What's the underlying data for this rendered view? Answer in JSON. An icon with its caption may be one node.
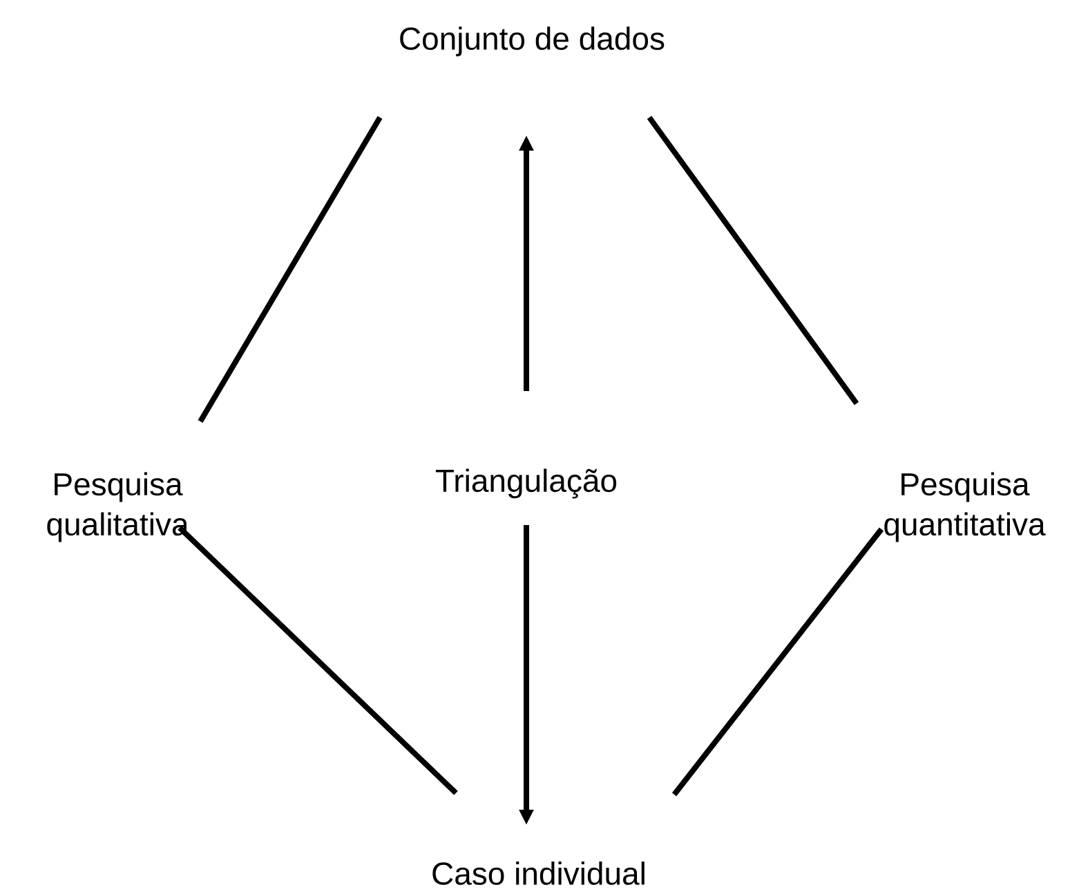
{
  "diagram": {
    "nodes": [
      {
        "text": [
          "Conjunto de dados"
        ]
      },
      {
        "text": [
          "Pesquisa qualitativa"
        ]
      },
      {
        "text": [
          "Triangulação"
        ]
      },
      {
        "text": [
          "Pesquisa quantitativa"
        ]
      },
      {
        "text": [
          "Caso individual"
        ]
      }
    ],
    "edges": [
      {
        "from": 0,
        "to": 1,
        "arrow": "none"
      },
      {
        "from": 0,
        "to": 3,
        "arrow": "none"
      },
      {
        "from": 2,
        "to": 0,
        "arrow": "to"
      },
      {
        "from": 2,
        "to": 4,
        "arrow": "to"
      },
      {
        "from": 1,
        "to": 4,
        "arrow": "none"
      },
      {
        "from": 3,
        "to": 4,
        "arrow": "none"
      }
    ]
  }
}
